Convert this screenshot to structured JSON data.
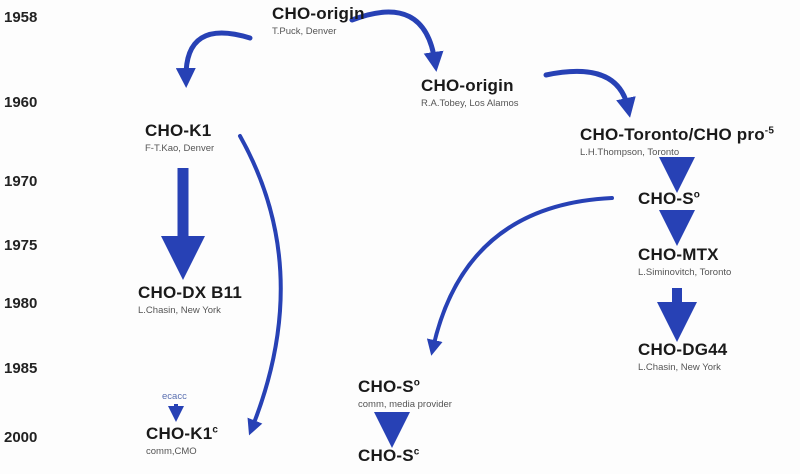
{
  "years": [
    "1958",
    "1960",
    "1970",
    "1975",
    "1980",
    "1985",
    "2000"
  ],
  "nodes": {
    "origin_puck": {
      "title": "CHO-origin",
      "sub": "T.Puck, Denver"
    },
    "origin_tobey": {
      "title": "CHO-origin",
      "sub": "R.A.Tobey, Los Alamos"
    },
    "k1": {
      "title": "CHO-K1",
      "sub": "F-T.Kao, Denver"
    },
    "toronto": {
      "title": "CHO-Toronto/CHO pro",
      "sup": "-5",
      "sub": "L.H.Thompson, Toronto"
    },
    "s0": {
      "title": "CHO-S",
      "sup": "o"
    },
    "mtx": {
      "title": "CHO-MTX",
      "sub": "L.Siminovitch, Toronto"
    },
    "dg44": {
      "title": "CHO-DG44",
      "sub": "L.Chasin, New York"
    },
    "dxb11": {
      "title": "CHO-DX B11",
      "sub": "L.Chasin, New York"
    },
    "s0_comm": {
      "title": "CHO-S",
      "sup": "o",
      "sub": "comm, media provider"
    },
    "sc": {
      "title": "CHO-S",
      "sup": "c"
    },
    "ecacc": {
      "label": "ecacc"
    },
    "k1c": {
      "title": "CHO-K1",
      "sup": "c",
      "sub": "comm,CMO"
    }
  },
  "colors": {
    "arrow": "#2741b5"
  }
}
